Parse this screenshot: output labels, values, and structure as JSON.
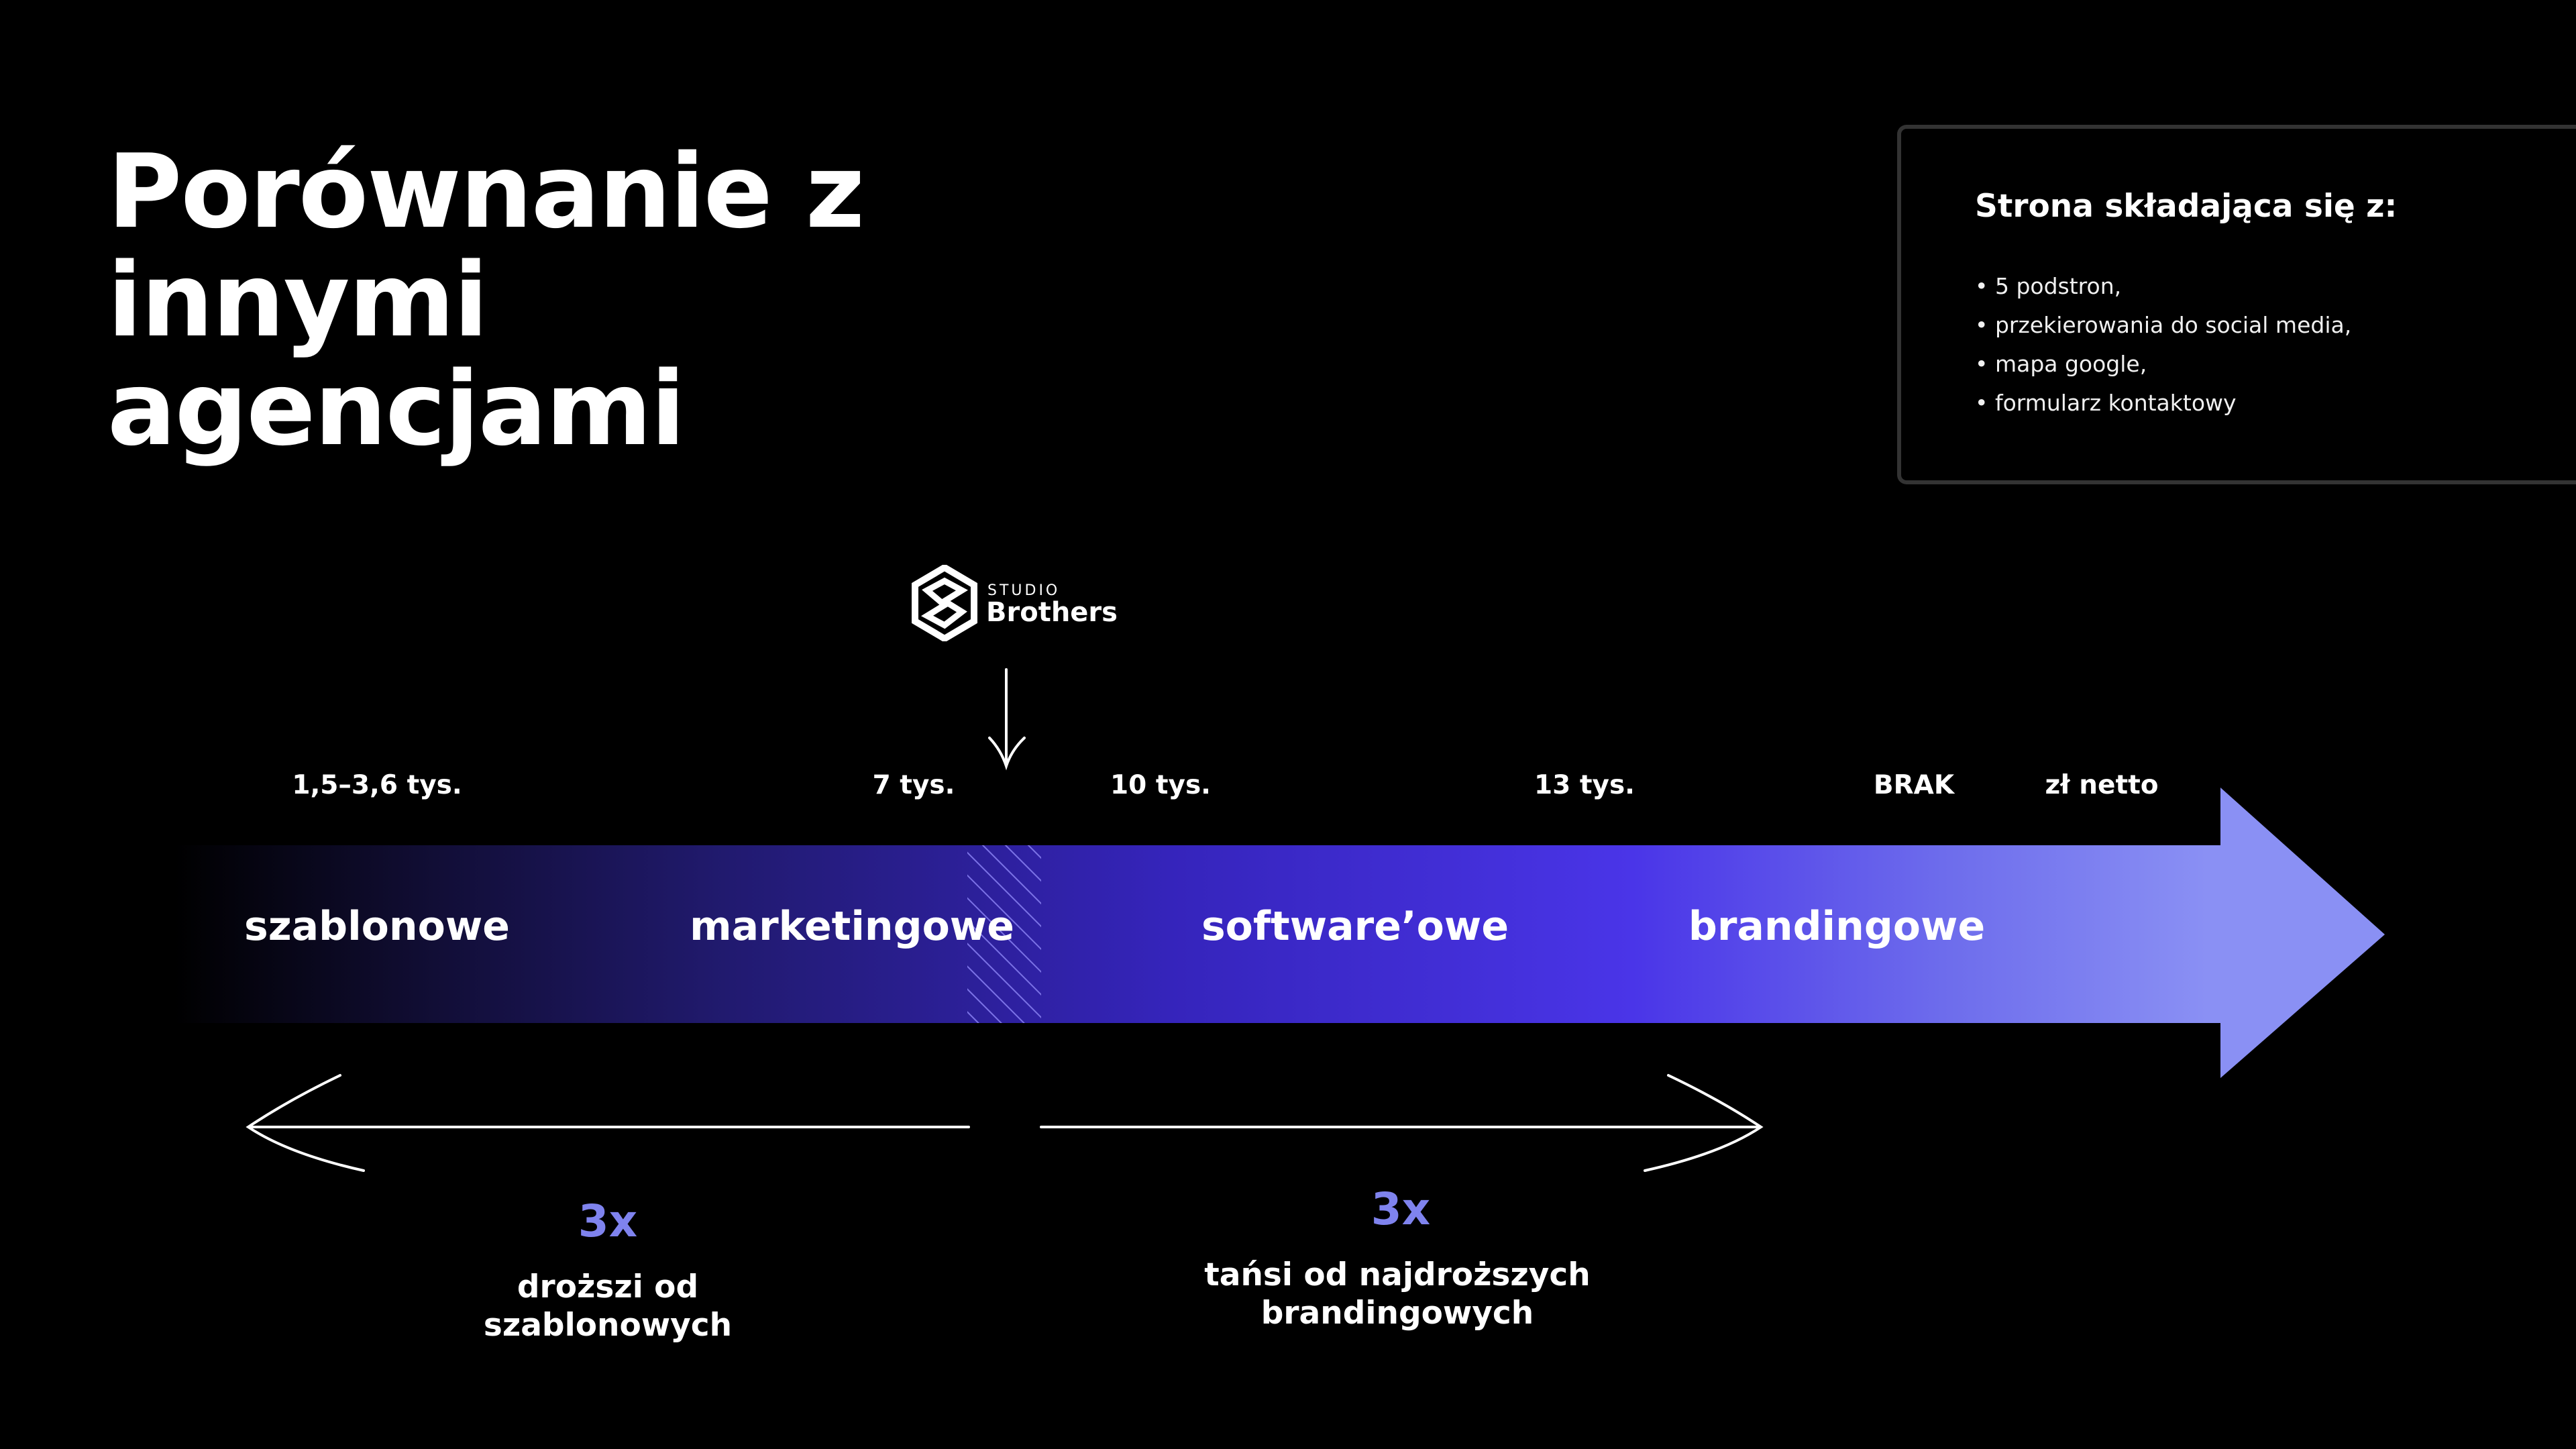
{
  "title": {
    "line1": "Porównanie z innymi",
    "line2": "agencjami"
  },
  "info": {
    "heading": "Strona składająca się z:",
    "items": [
      "• 5 podstron,",
      "• przekierowania do social media,",
      "• mapa google,",
      "• formularz kontaktowy"
    ]
  },
  "logo": {
    "small": "STUDIO",
    "big": "Brothers"
  },
  "prices": {
    "p1": "1,5–3,6 tys.",
    "p2": "7 tys.",
    "p3": "10 tys.",
    "p4": "13 tys.",
    "p5": "BRAK",
    "unit": "zł netto"
  },
  "segments": {
    "s1": "szablonowe",
    "s2": "marketingowe",
    "s3": "software’owe",
    "s4": "brandingowe"
  },
  "comparisons": {
    "left": {
      "multiplier": "3x",
      "line1": "droższi od",
      "line2": "szablonowych"
    },
    "right": {
      "multiplier": "3x",
      "line1": "tańsi od najdroższych",
      "line2": "brandingowych"
    }
  },
  "colors": {
    "background": "#000000",
    "accent": "#4a35e8",
    "accent_light": "#8a90f4",
    "multiplier": "#7f83ee",
    "border": "#333333"
  }
}
